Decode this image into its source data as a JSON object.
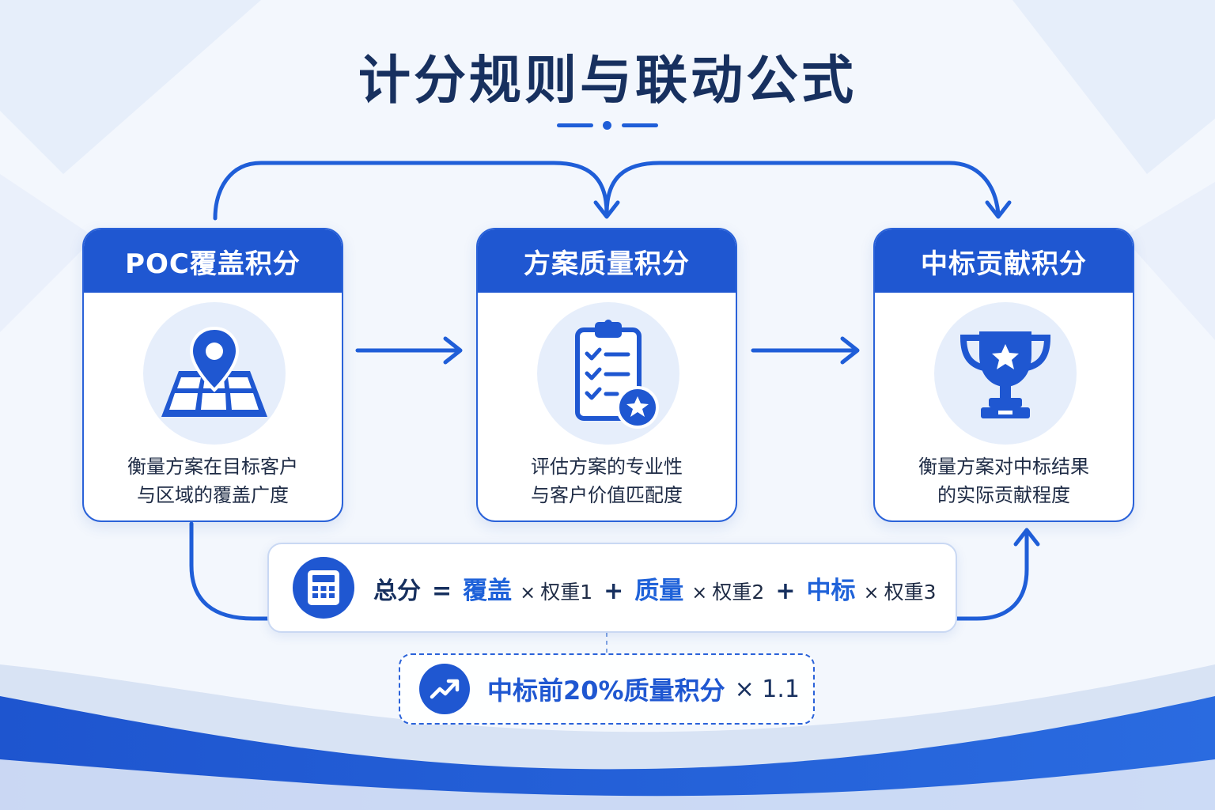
{
  "title": "计分规则与联动公式",
  "colors": {
    "primary": "#1f57d1",
    "heading": "#17305f",
    "text": "#1e2b45",
    "icon_bg": "#e6eefb"
  },
  "cards": [
    {
      "header": "POC覆盖积分",
      "icon": "map-pin-icon",
      "desc_lines": [
        "衡量方案在目标客户",
        "与区域的覆盖广度"
      ]
    },
    {
      "header": "方案质量积分",
      "icon": "clipboard-checklist-star-icon",
      "desc_lines": [
        "评估方案的专业性",
        "与客户价值匹配度"
      ]
    },
    {
      "header": "中标贡献积分",
      "icon": "trophy-star-icon",
      "desc_lines": [
        "衡量方案对中标结果",
        "的实际贡献程度"
      ]
    }
  ],
  "formula": {
    "icon": "calculator-icon",
    "total_label": "总分",
    "equals": "=",
    "terms": [
      {
        "name": "覆盖",
        "times": "×",
        "weight": "权重1"
      },
      {
        "name": "质量",
        "times": "×",
        "weight": "权重2"
      },
      {
        "name": "中标",
        "times": "×",
        "weight": "权重3"
      }
    ],
    "plus": "+"
  },
  "bonus": {
    "icon": "trend-up-icon",
    "text": "中标前20%质量积分",
    "multiplier": "× 1.1"
  }
}
